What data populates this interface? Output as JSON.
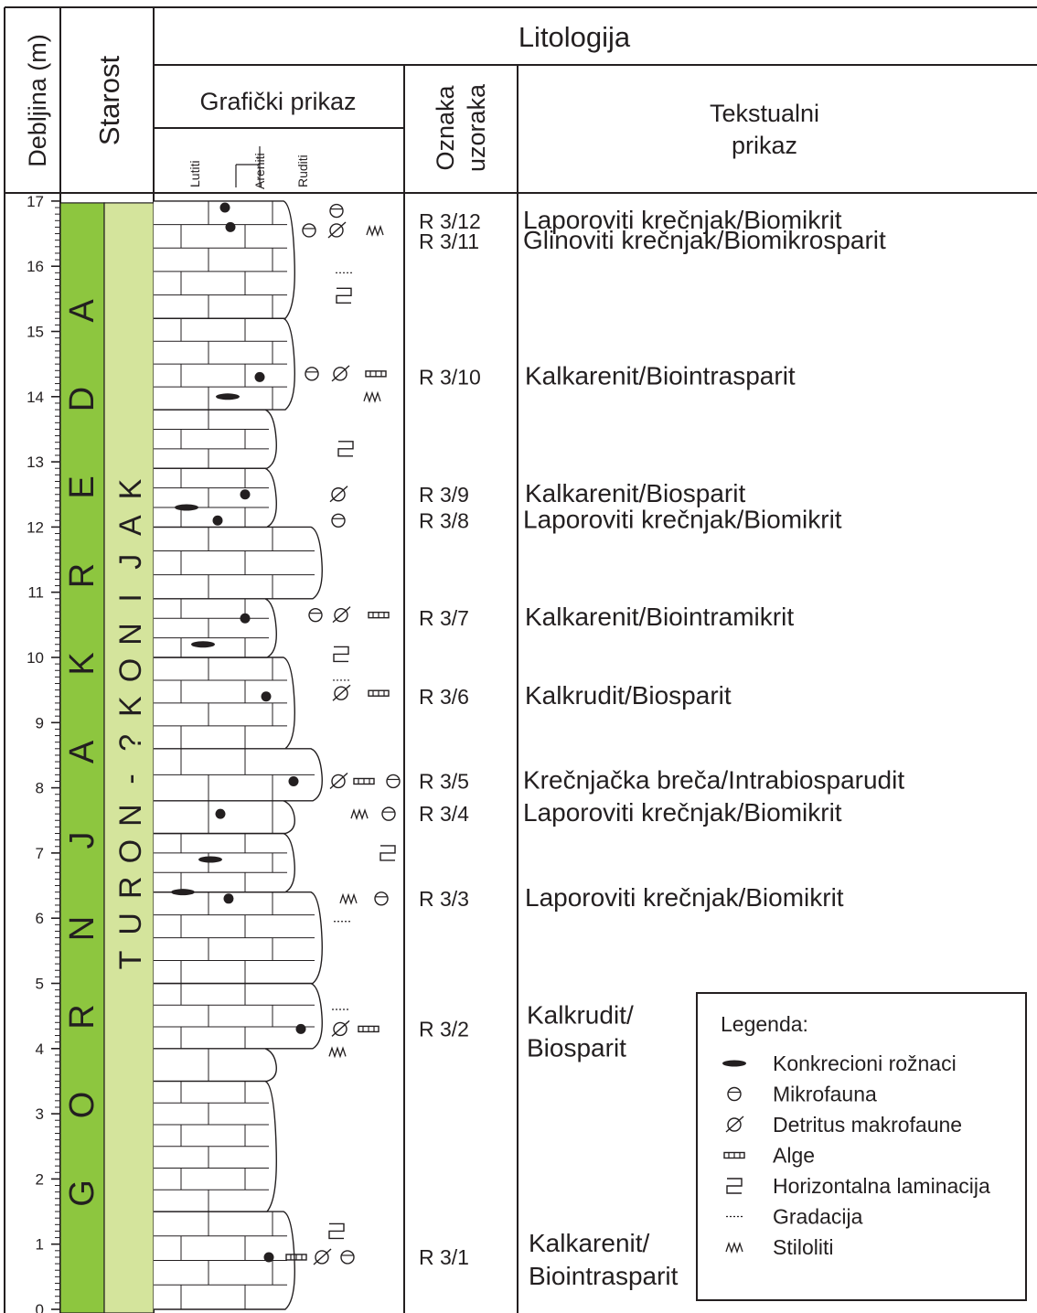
{
  "header": {
    "depth_title": "Debljina (m)",
    "age_title": "Starost",
    "lithology_title": "Litologija",
    "graphic_title": "Grafički prikaz",
    "grain_labels": [
      "Lutiti",
      "Areniti",
      "Ruditi"
    ],
    "sample_title_line1": "Oznaka",
    "sample_title_line2": "uzoraka",
    "text_title_line1": "Tekstualni",
    "text_title_line2": "prikaz"
  },
  "depth_axis": {
    "min": 0,
    "max": 17,
    "ticks": [
      "0",
      "1",
      "2",
      "3",
      "4",
      "5",
      "6",
      "7",
      "8",
      "9",
      "10",
      "11",
      "12",
      "13",
      "14",
      "15",
      "16",
      "17"
    ]
  },
  "age": {
    "epoch_letters": [
      "G",
      "O",
      "R",
      "N",
      "J",
      "A",
      "K",
      "R",
      "E",
      "D",
      "A"
    ],
    "stage_letters": [
      "T",
      "U",
      "R",
      "O",
      "N",
      "-",
      "?",
      "K",
      "O",
      "N",
      "I",
      "J",
      "A",
      "K"
    ],
    "epoch_color": "#8dc63f",
    "stage_color": "#d4e49c"
  },
  "samples": [
    {
      "label": "R 3/12",
      "depth": 16.9,
      "description": "Laporoviti krečnjak/Biomikrit"
    },
    {
      "label": "R 3/11",
      "depth": 16.6,
      "description": "Glinoviti krečnjak/Biomikrosparit"
    },
    {
      "label": "R 3/10",
      "depth": 14.3,
      "description": "Kalkarenit/Biointrasparit"
    },
    {
      "label": "R 3/9",
      "depth": 12.5,
      "description": "Kalkarenit/Biosparit"
    },
    {
      "label": "R 3/8",
      "depth": 12.1,
      "description": "Laporoviti krečnjak/Biomikrit"
    },
    {
      "label": "R 3/7",
      "depth": 10.6,
      "description": "Kalkarenit/Biointramikrit"
    },
    {
      "label": "R 3/6",
      "depth": 9.4,
      "description": "Kalkrudit/Biosparit"
    },
    {
      "label": "R 3/5",
      "depth": 8.1,
      "description": "Krečnjačka breča/Intrabiosparudit"
    },
    {
      "label": "R 3/4",
      "depth": 7.6,
      "description": "Laporoviti krečnjak/Biomikrit"
    },
    {
      "label": "R 3/3",
      "depth": 6.3,
      "description": "Laporoviti krečnjak/Biomikrit"
    },
    {
      "label": "R 3/2",
      "depth": 4.3,
      "description_line1": "Kalkrudit/",
      "description_line2": "Biosparit"
    },
    {
      "label": "R 3/1",
      "depth": 0.8,
      "description_line1": "Kalkarenit/",
      "description_line2": "Biointrasparit"
    }
  ],
  "legend": {
    "title": "Legenda:",
    "items": [
      {
        "symbol": "chert-nodule",
        "label": "Konkrecioni rožnaci"
      },
      {
        "symbol": "microfauna",
        "label": "Mikrofauna"
      },
      {
        "symbol": "macrofauna-detritus",
        "label": "Detritus makrofaune"
      },
      {
        "symbol": "algae",
        "label": "Alge"
      },
      {
        "symbol": "horizontal-lamination",
        "label": "Horizontalna laminacija"
      },
      {
        "symbol": "gradation",
        "label": "Gradacija"
      },
      {
        "symbol": "stylolite",
        "label": "Stiloliti"
      }
    ]
  },
  "beds": [
    {
      "from": 0,
      "to": 1.5,
      "grain": "arenite"
    },
    {
      "from": 1.5,
      "to": 3.5,
      "grain": "lutite"
    },
    {
      "from": 3.5,
      "to": 4.0,
      "grain": "lutite"
    },
    {
      "from": 4.0,
      "to": 5.0,
      "grain": "rudite"
    },
    {
      "from": 5.0,
      "to": 6.4,
      "grain": "rudite"
    },
    {
      "from": 6.4,
      "to": 7.3,
      "grain": "arenite"
    },
    {
      "from": 7.3,
      "to": 7.8,
      "grain": "arenite"
    },
    {
      "from": 7.8,
      "to": 8.6,
      "grain": "rudite"
    },
    {
      "from": 8.6,
      "to": 10.0,
      "grain": "arenite"
    },
    {
      "from": 10.0,
      "to": 10.9,
      "grain": "lutite"
    },
    {
      "from": 10.9,
      "to": 12.0,
      "grain": "rudite"
    },
    {
      "from": 12.0,
      "to": 12.9,
      "grain": "lutite"
    },
    {
      "from": 12.9,
      "to": 13.8,
      "grain": "lutite"
    },
    {
      "from": 13.8,
      "to": 15.2,
      "grain": "arenite"
    },
    {
      "from": 15.2,
      "to": 17.0,
      "grain": "arenite"
    }
  ],
  "colors": {
    "line": "#231f20",
    "chert": "#231f20"
  }
}
